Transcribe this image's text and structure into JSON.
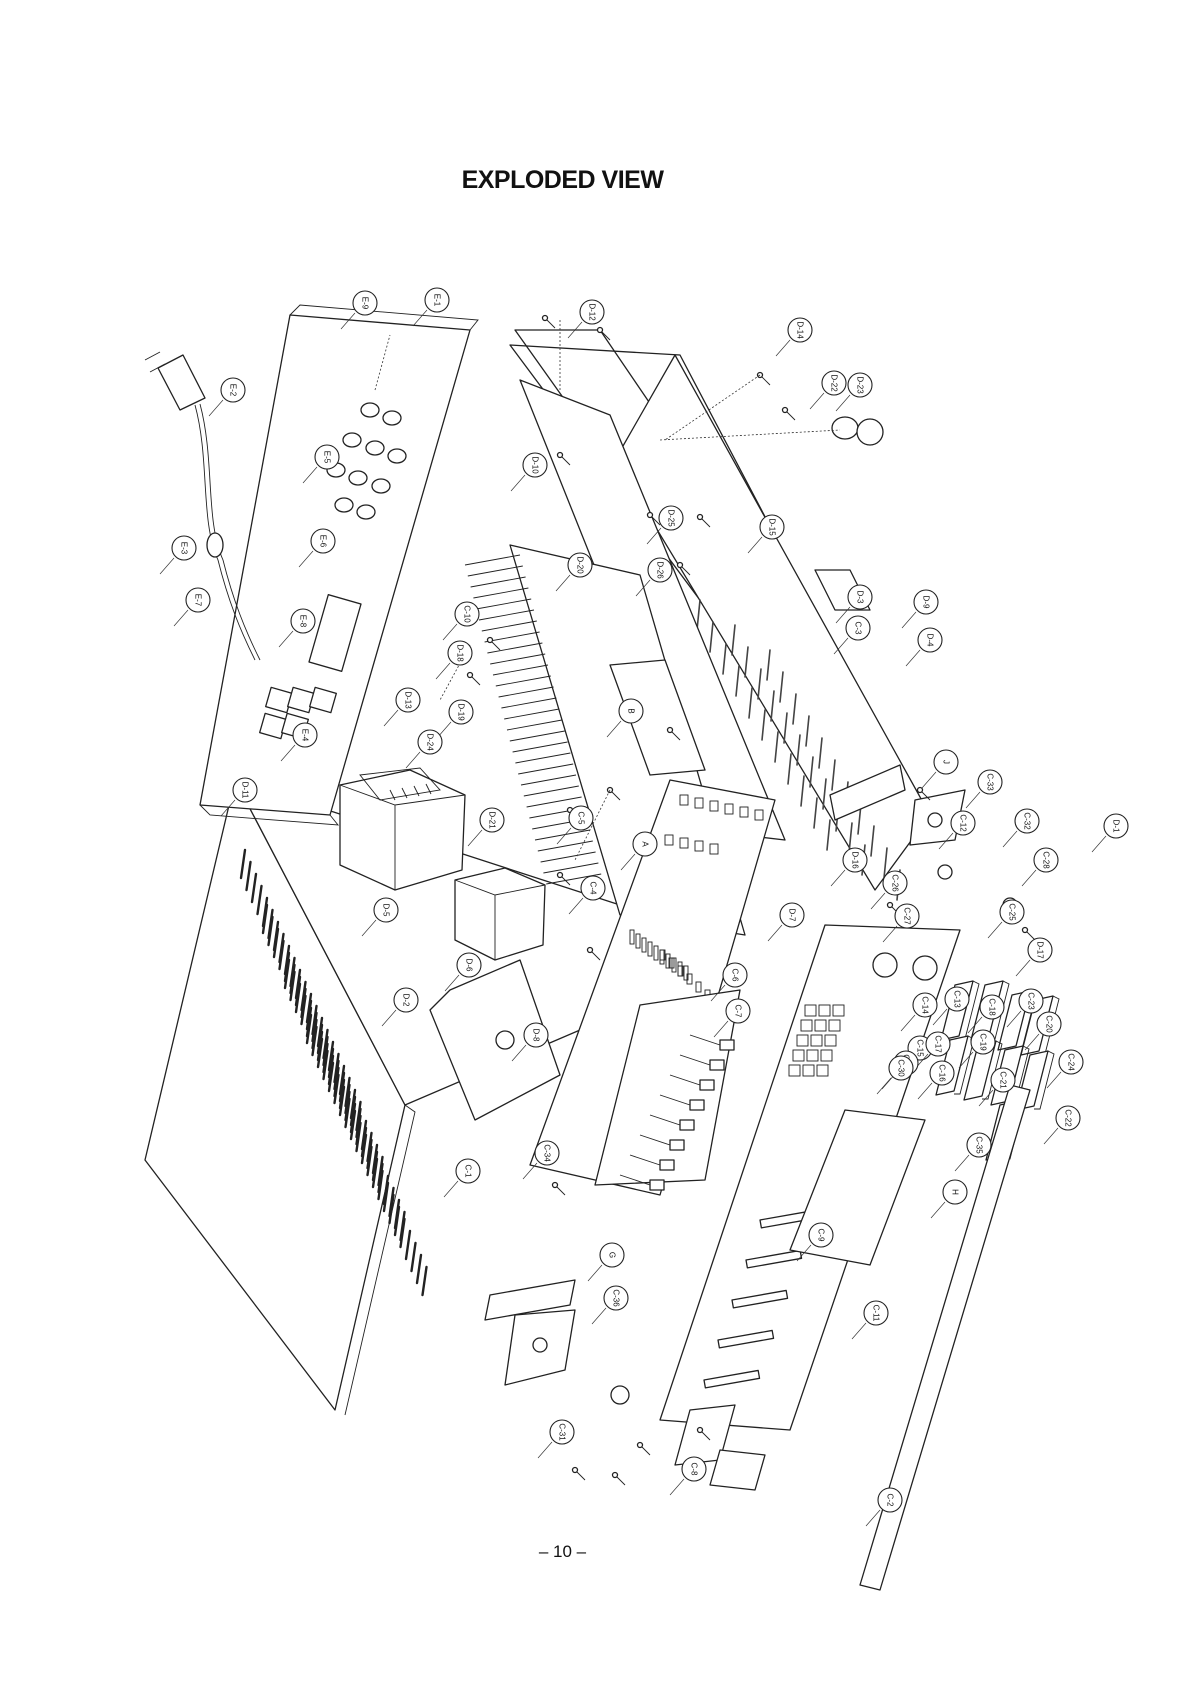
{
  "page": {
    "title": "EXPLODED VIEW",
    "page_number": "– 10 –"
  },
  "callouts": [
    "E-1",
    "E-2",
    "E-3",
    "E-4",
    "E-5",
    "E-6",
    "E-7",
    "E-8",
    "E-9",
    "D-1",
    "D-2",
    "D-3",
    "D-4",
    "D-5",
    "D-6",
    "D-7",
    "D-8",
    "D-9",
    "D-10",
    "D-11",
    "D-12",
    "D-13",
    "D-14",
    "D-15",
    "D-16",
    "D-17",
    "D-18",
    "D-19",
    "D-20",
    "D-21",
    "D-22",
    "D-23",
    "D-24",
    "D-25",
    "D-26",
    "C-1",
    "C-2",
    "C-3",
    "C-4",
    "C-5",
    "C-6",
    "C-7",
    "C-8",
    "C-9",
    "C-10",
    "C-11",
    "C-12",
    "C-13",
    "C-14",
    "C-15",
    "C-16",
    "C-17",
    "C-18",
    "C-19",
    "C-20",
    "C-21",
    "C-22",
    "C-23",
    "C-24",
    "C-25",
    "C-26",
    "C-27",
    "C-28",
    "C-29",
    "C-30",
    "C-31",
    "C-32",
    "C-33",
    "C-34",
    "C-35",
    "C-36",
    "A",
    "B",
    "G",
    "H",
    "J"
  ]
}
